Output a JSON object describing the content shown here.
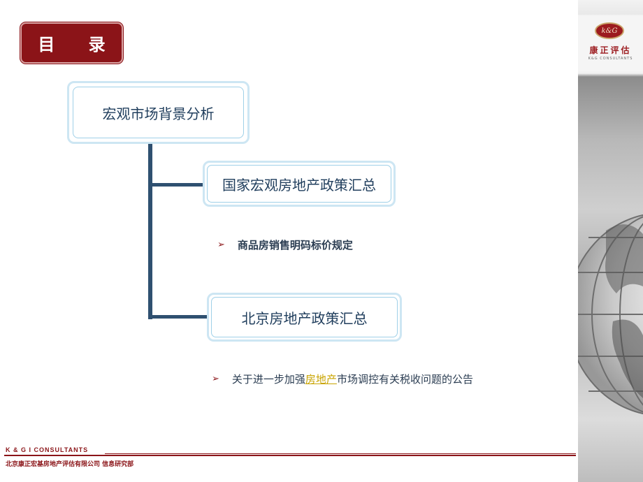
{
  "title_badge": "目 录",
  "main_box": "宏观市场背景分析",
  "sub_box_1": "国家宏观房地产政策汇总",
  "bullet_1": "商品房销售明码标价规定",
  "sub_box_2": "北京房地产政策汇总",
  "bullet_2": {
    "before": "关于进一步加强",
    "highlight": "房地产",
    "after": "市场调控有关税收问题的公告"
  },
  "bullet_icon": "arrow-right-icon",
  "logo": {
    "mark": "k&G",
    "cn": "康正评估",
    "en": "K&G CONSULTANTS"
  },
  "footer": {
    "company_en": "K & G I CONSULTANTS",
    "company_cn": "北京康正宏基房地产评估有限公司    信息研究部"
  },
  "colors": {
    "accent_red": "#8b1418",
    "box_text": "#1f3d5c",
    "connector": "#2f5070",
    "highlight": "#c9a400"
  }
}
